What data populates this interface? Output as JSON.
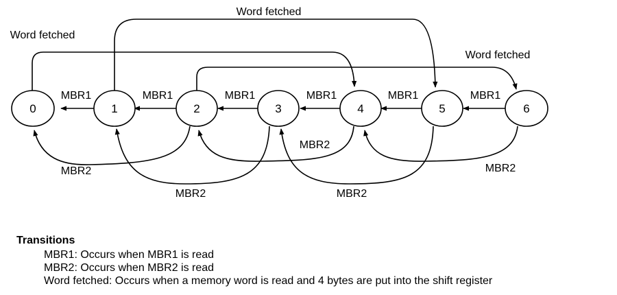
{
  "diagram": {
    "states": [
      "0",
      "1",
      "2",
      "3",
      "4",
      "5",
      "6"
    ],
    "labels": {
      "mbr1": "MBR1",
      "mbr2": "MBR2",
      "word_fetched": "Word fetched"
    },
    "transitions": [
      {
        "from": "1",
        "to": "0",
        "label": "MBR1"
      },
      {
        "from": "2",
        "to": "1",
        "label": "MBR1"
      },
      {
        "from": "3",
        "to": "2",
        "label": "MBR1"
      },
      {
        "from": "4",
        "to": "3",
        "label": "MBR1"
      },
      {
        "from": "5",
        "to": "4",
        "label": "MBR1"
      },
      {
        "from": "6",
        "to": "5",
        "label": "MBR1"
      },
      {
        "from": "2",
        "to": "0",
        "label": "MBR2"
      },
      {
        "from": "3",
        "to": "1",
        "label": "MBR2"
      },
      {
        "from": "4",
        "to": "2",
        "label": "MBR2"
      },
      {
        "from": "5",
        "to": "3",
        "label": "MBR2"
      },
      {
        "from": "6",
        "to": "4",
        "label": "MBR2"
      },
      {
        "from": "0",
        "to": "4",
        "label": "Word fetched"
      },
      {
        "from": "1",
        "to": "5",
        "label": "Word fetched"
      },
      {
        "from": "2",
        "to": "6",
        "label": "Word fetched"
      }
    ]
  },
  "legend": {
    "title": "Transitions",
    "items": [
      "MBR1: Occurs when MBR1 is read",
      "MBR2: Occurs when MBR2 is read",
      "Word fetched: Occurs when a memory word is read and 4 bytes are put into the shift register"
    ]
  }
}
